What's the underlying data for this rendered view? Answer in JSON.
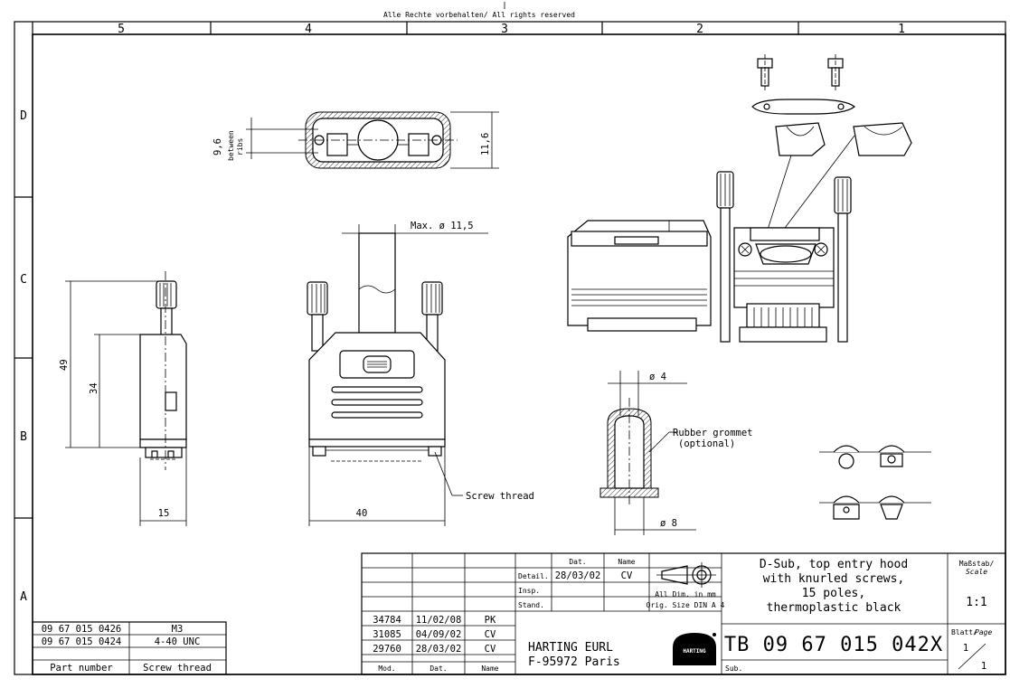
{
  "header": {
    "rights": "Alle Rechte vorbehalten/ All rights reserved"
  },
  "grid": {
    "columns": [
      "5",
      "4",
      "3",
      "2",
      "1"
    ],
    "rows": [
      "D",
      "C",
      "B",
      "A"
    ]
  },
  "dimensions": {
    "between_ribs_value": "9,6",
    "between_ribs_word1": "between",
    "between_ribs_word2": "ribs",
    "hood_height": "11,6",
    "cable_max": "Max. ø 11,5",
    "height_49": "49",
    "height_34": "34",
    "width_15": "15",
    "width_40": "40",
    "screw_thread_callout": "Screw thread",
    "grommet_d4": "ø 4",
    "grommet_d8": "ø 8",
    "rubber_grommet_1": "Rubber grommet",
    "rubber_grommet_2": "(optional)"
  },
  "part_table": {
    "rows": [
      {
        "part": "09 67 015 0426",
        "thread": "M3"
      },
      {
        "part": "09 67 015 0424",
        "thread": "4-40 UNC"
      }
    ],
    "header": {
      "part": "Part number",
      "thread": "Screw thread"
    }
  },
  "revisions": {
    "rows": [
      {
        "mod": "34784",
        "date": "11/02/08",
        "name": "PK"
      },
      {
        "mod": "31085",
        "date": "04/09/02",
        "name": "CV"
      },
      {
        "mod": "29760",
        "date": "28/03/02",
        "name": "CV"
      }
    ],
    "header": {
      "mod": "Mod.",
      "date": "Dat.",
      "name": "Name"
    }
  },
  "approval": {
    "col_dat": "Dat.",
    "col_name": "Name",
    "rows": [
      {
        "label": "Detail.",
        "date": "28/03/02",
        "name": "CV"
      },
      {
        "label": "Insp.",
        "date": "",
        "name": ""
      },
      {
        "label": "Stand.",
        "date": "",
        "name": ""
      }
    ]
  },
  "company": {
    "line1": "HARTING EURL",
    "line2": "F-95972 Paris",
    "logo_text": "HARTING"
  },
  "projection": {
    "dims_note": "All Dim. in mm",
    "size_note": "Orig. Size DIN A 4"
  },
  "title": {
    "line1": "D-Sub, top entry hood",
    "line2": "with knurled screws,",
    "line3": "15 poles,",
    "line4": "thermoplastic black"
  },
  "drawing_number": "TB 09 67 015 042X",
  "sub_label": "Sub.",
  "scale": {
    "label1": "Maßstab/",
    "label2": "Scale",
    "value": "1:1"
  },
  "sheet": {
    "label1": "Blatt/",
    "label2": "Page",
    "num": "1",
    "total": "1"
  }
}
